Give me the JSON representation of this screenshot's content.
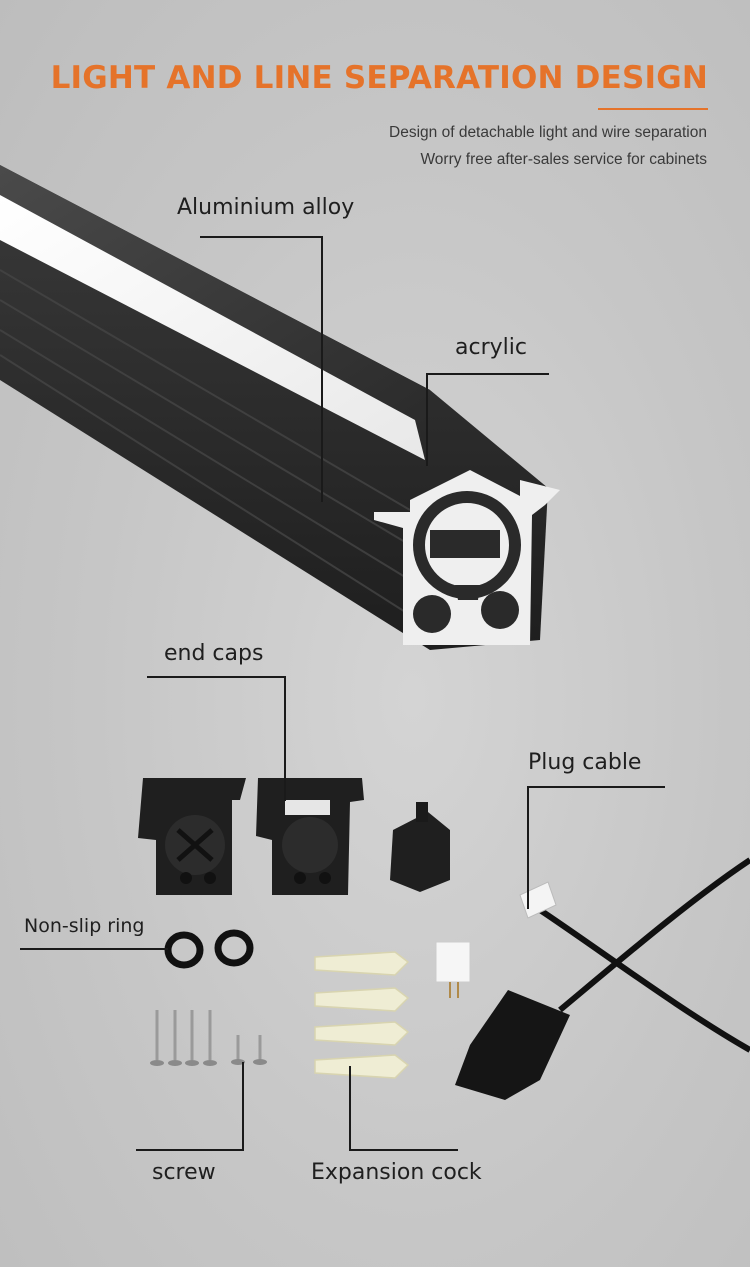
{
  "header": {
    "title": "LIGHT AND LINE SEPARATION DESIGN",
    "subtitle_line1": "Design of detachable light and wire separation",
    "subtitle_line2": "Worry free after-sales service for cabinets"
  },
  "labels": {
    "aluminium": "Aluminium alloy",
    "acrylic": "acrylic",
    "end_caps": "end caps",
    "plug_cable": "Plug cable",
    "non_slip_ring": "Non-slip ring",
    "screw": "screw",
    "expansion_cock": "Expansion cock"
  },
  "colors": {
    "accent": "#e5732a",
    "profile": "#2b2b2b",
    "diffuser": "#f2f2f2"
  }
}
